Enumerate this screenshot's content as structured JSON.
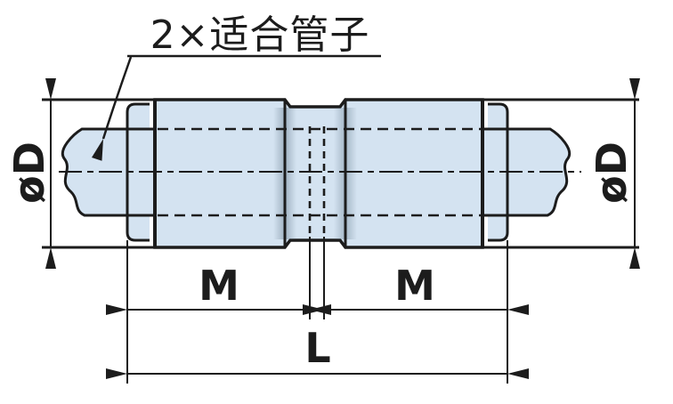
{
  "diagram": {
    "kind": "technical-dimension-drawing",
    "subject": "union straight push-in tube fitting, side section view",
    "callout": {
      "label": "2×适合管子"
    },
    "dimensions": {
      "diameter_left": "øD",
      "diameter_right": "øD",
      "insertion_left": "M",
      "insertion_right": "M",
      "overall_length": "L"
    },
    "colors": {
      "body_fill": "#d4e3f1",
      "line": "#1c1c1c",
      "shade": "#5f7688",
      "background": "#ffffff"
    }
  }
}
